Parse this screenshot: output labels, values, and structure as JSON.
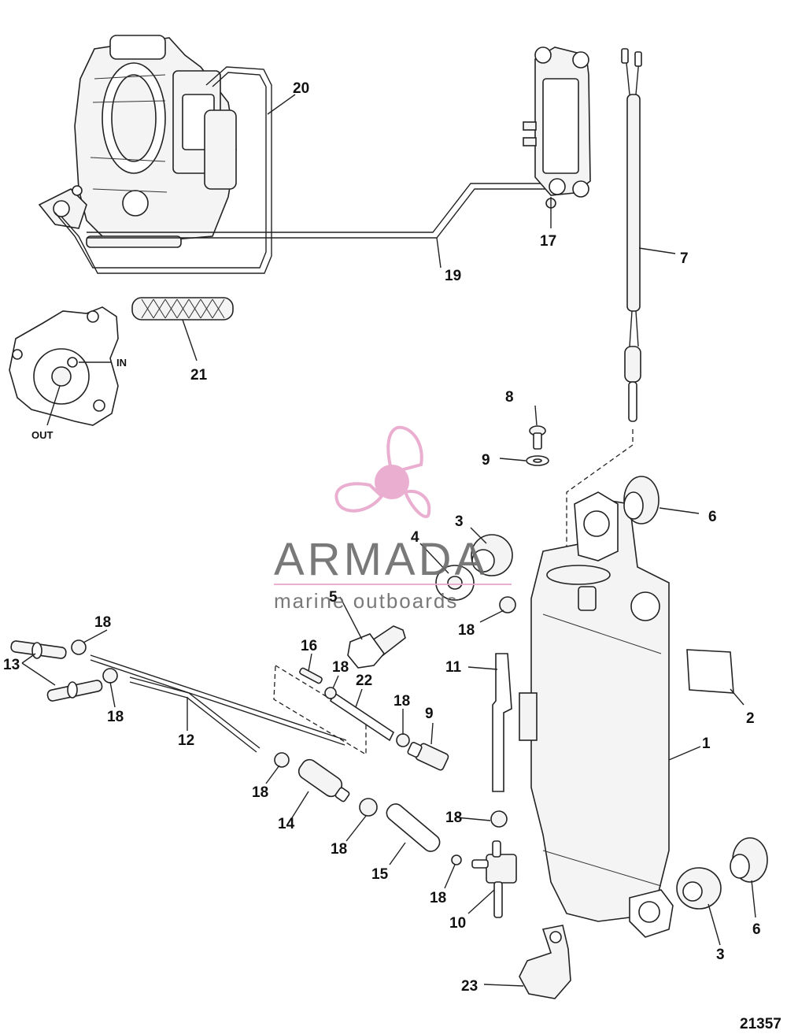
{
  "diagram": {
    "figure_number": "21357",
    "port_labels": {
      "in": "IN",
      "out": "OUT"
    },
    "callouts": [
      {
        "id": "c1",
        "text": "1"
      },
      {
        "id": "c2",
        "text": "2"
      },
      {
        "id": "c3a",
        "text": "3"
      },
      {
        "id": "c3b",
        "text": "3"
      },
      {
        "id": "c4",
        "text": "4"
      },
      {
        "id": "c5",
        "text": "5"
      },
      {
        "id": "c6a",
        "text": "6"
      },
      {
        "id": "c6b",
        "text": "6"
      },
      {
        "id": "c7",
        "text": "7"
      },
      {
        "id": "c8",
        "text": "8"
      },
      {
        "id": "c9",
        "text": "9"
      },
      {
        "id": "c10",
        "text": "10"
      },
      {
        "id": "c11",
        "text": "11"
      },
      {
        "id": "c12",
        "text": "12"
      },
      {
        "id": "c13",
        "text": "13"
      },
      {
        "id": "c14",
        "text": "14"
      },
      {
        "id": "c15",
        "text": "15"
      },
      {
        "id": "c16",
        "text": "16"
      },
      {
        "id": "c17",
        "text": "17"
      },
      {
        "id": "c18a",
        "text": "18"
      },
      {
        "id": "c18b",
        "text": "18"
      },
      {
        "id": "c18c",
        "text": "18"
      },
      {
        "id": "c18d",
        "text": "18"
      },
      {
        "id": "c18e",
        "text": "18"
      },
      {
        "id": "c18f",
        "text": "18"
      },
      {
        "id": "c18g",
        "text": "18"
      },
      {
        "id": "c18h",
        "text": "18"
      },
      {
        "id": "c18i",
        "text": "18"
      },
      {
        "id": "c18j",
        "text": "18"
      },
      {
        "id": "c19",
        "text": "19"
      },
      {
        "id": "c20",
        "text": "20"
      },
      {
        "id": "c21",
        "text": "21"
      },
      {
        "id": "c22",
        "text": "22"
      },
      {
        "id": "c23",
        "text": "23"
      }
    ]
  },
  "watermark": {
    "brand": "ARMADA",
    "tagline": "marine outboards",
    "accent_color": "#e8a6cc",
    "text_color": "#6b6b6b"
  }
}
